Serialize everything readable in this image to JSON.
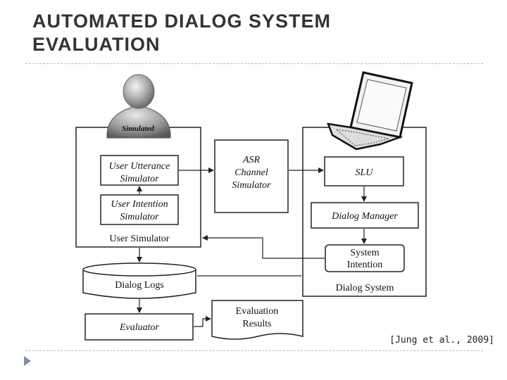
{
  "title": {
    "line1": "AUTOMATED DIALOG SYSTEM",
    "line2": "EVALUATION"
  },
  "citation": "[Jung et al., 2009]",
  "diagram": {
    "user_icon_label": "Simulated",
    "user_utterance_simulator": [
      "User Utterance",
      "Simulator"
    ],
    "user_intention_simulator": [
      "User Intention",
      "Simulator"
    ],
    "user_simulator": "User Simulator",
    "asr_channel_simulator": [
      "ASR",
      "Channel",
      "Simulator"
    ],
    "slu": "SLU",
    "dialog_manager": "Dialog Manager",
    "system_intention": [
      "System",
      "Intention"
    ],
    "dialog_system": "Dialog System",
    "dialog_logs": "Dialog Logs",
    "evaluator": "Evaluator",
    "evaluation_results": [
      "Evaluation",
      "Results"
    ]
  }
}
